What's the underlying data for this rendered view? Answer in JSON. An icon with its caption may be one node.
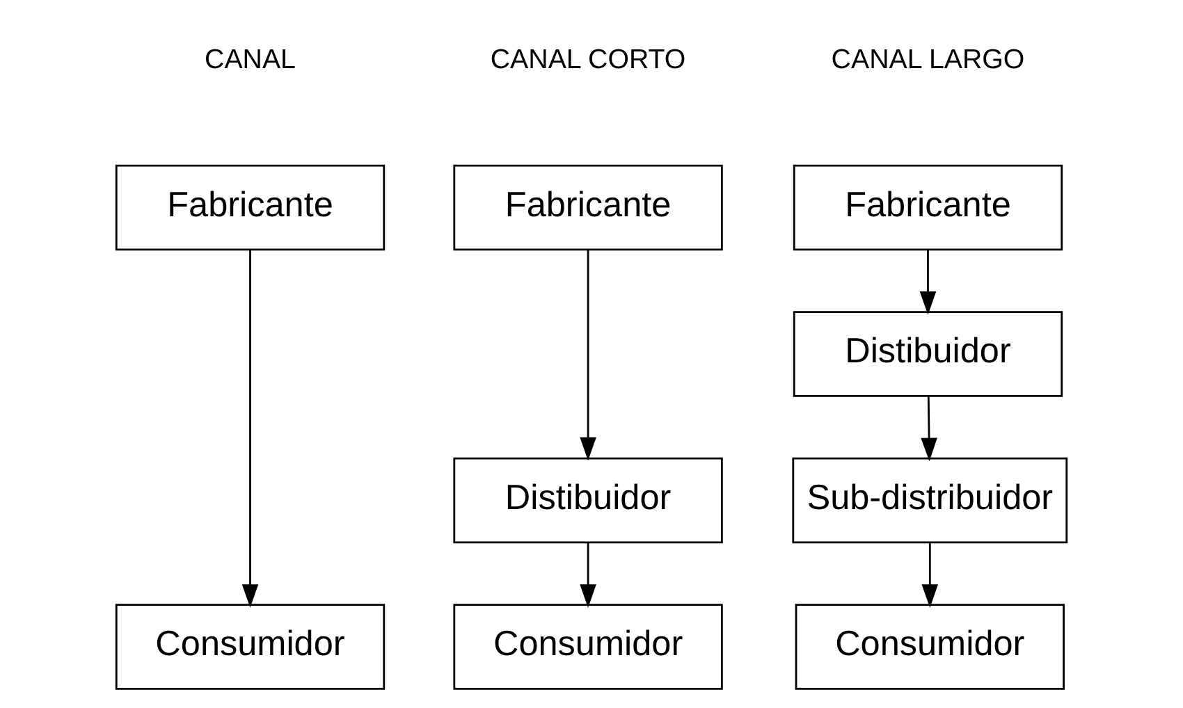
{
  "diagram": {
    "nodes": [
      {
        "text": [
          "Fabricante"
        ]
      },
      {
        "text": [
          "Consumidor"
        ]
      },
      {
        "text": [
          "Fabricante"
        ]
      },
      {
        "text": [
          "Distibuidor"
        ]
      },
      {
        "text": [
          "Consumidor"
        ]
      },
      {
        "text": [
          "Fabricante"
        ]
      },
      {
        "text": [
          "Distibuidor"
        ]
      },
      {
        "text": [
          "Sub-distribuidor"
        ]
      },
      {
        "text": [
          "Consumidor"
        ]
      }
    ],
    "edges": [
      {
        "from": 0,
        "to": 1,
        "arrow": "to"
      },
      {
        "from": 2,
        "to": 3,
        "arrow": "to"
      },
      {
        "from": 3,
        "to": 4,
        "arrow": "to"
      },
      {
        "from": 5,
        "to": 6,
        "arrow": "to"
      },
      {
        "from": 6,
        "to": 7,
        "arrow": "to"
      },
      {
        "from": 7,
        "to": 8,
        "arrow": "to"
      }
    ],
    "labels": [
      "CANAL",
      "CANAL CORTO",
      "CANAL LARGO"
    ]
  }
}
